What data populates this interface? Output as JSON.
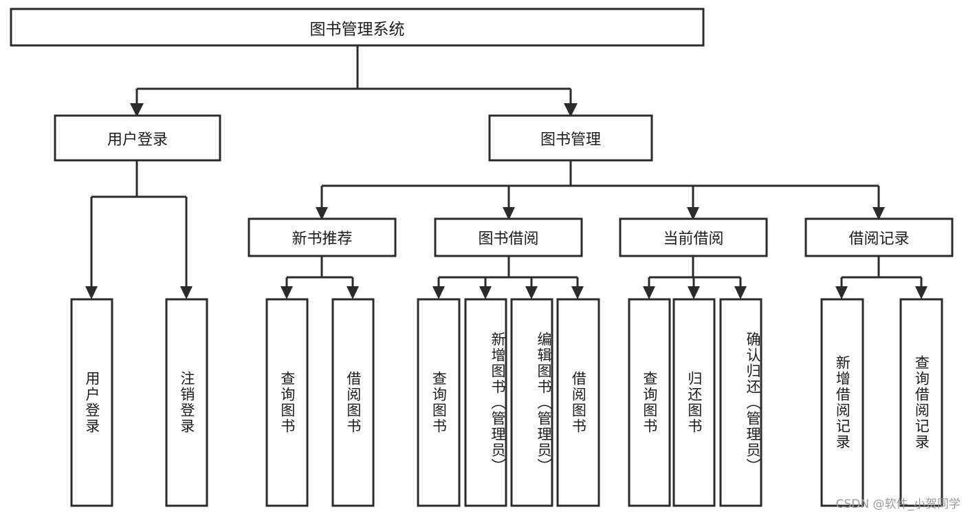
{
  "diagram": {
    "title": "图书管理系统",
    "watermark": "CSDN @软件_小贺同学",
    "root": {
      "label": "图书管理系统"
    },
    "level1": [
      {
        "label": "用户登录"
      },
      {
        "label": "图书管理"
      }
    ],
    "level2": [
      {
        "label": "新书推荐"
      },
      {
        "label": "图书借阅"
      },
      {
        "label": "当前借阅"
      },
      {
        "label": "借阅记录"
      }
    ],
    "leaves": {
      "user_login": [
        {
          "label": "用户登录"
        },
        {
          "label": "注销登录"
        }
      ],
      "new_book_recommend": [
        {
          "label": "查询图书"
        },
        {
          "label": "借阅图书"
        }
      ],
      "book_borrow": [
        {
          "label": "查询图书"
        },
        {
          "label": "新增图书（管理员）"
        },
        {
          "label": "编辑图书（管理员）"
        },
        {
          "label": "借阅图书"
        }
      ],
      "current_borrow": [
        {
          "label": "查询图书"
        },
        {
          "label": "归还图书"
        },
        {
          "label": "确认归还（管理员）"
        }
      ],
      "borrow_record": [
        {
          "label": "新增借阅记录"
        },
        {
          "label": "查询借阅记录"
        }
      ]
    },
    "colors": {
      "stroke": "#2b2b2b",
      "fill": "#ffffff",
      "text": "#1b1b1b",
      "watermark": "#9a9a9a"
    }
  }
}
